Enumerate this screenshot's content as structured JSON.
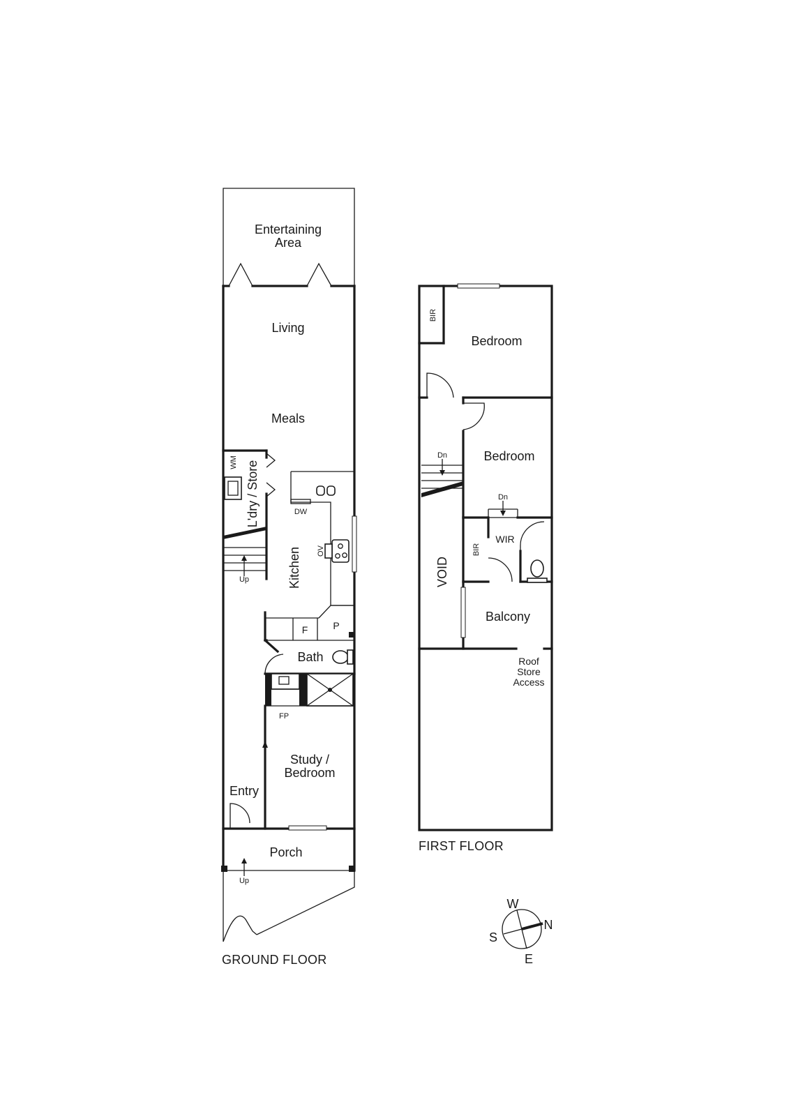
{
  "ground_floor": {
    "title": "GROUND FLOOR",
    "rooms": {
      "entertaining": [
        "Entertaining",
        "Area"
      ],
      "living": "Living",
      "meals": "Meals",
      "laundry": "L'dry / Store",
      "kitchen": "Kitchen",
      "bath": "Bath",
      "study": [
        "Study /",
        "Bedroom"
      ],
      "entry": "Entry",
      "porch": "Porch"
    },
    "fixtures": {
      "wm": "WM",
      "dw": "DW",
      "ov": "OV",
      "fridge": "F",
      "pantry": "P",
      "fireplace": "FP",
      "stair_up_1": "Up",
      "stair_up_2": "Up"
    }
  },
  "first_floor": {
    "title": "FIRST FLOOR",
    "rooms": {
      "bedroom_1": "Bedroom",
      "bir_1": "BIR",
      "bedroom_2": "Bedroom",
      "void": "VOID",
      "bir_2": "BIR",
      "wir": "WIR",
      "balcony": "Balcony",
      "roof_store": [
        "Roof",
        "Store",
        "Access"
      ]
    },
    "fixtures": {
      "stair_dn_1": "Dn",
      "stair_dn_2": "Dn"
    }
  },
  "compass": {
    "w": "W",
    "n": "N",
    "s": "S",
    "e": "E"
  }
}
